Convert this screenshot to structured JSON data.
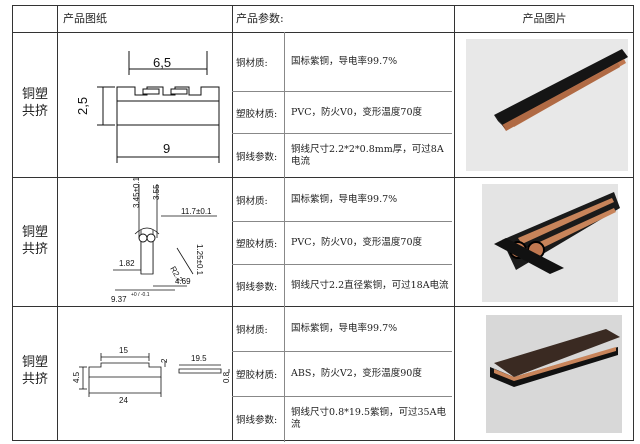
{
  "header": {
    "col_drawing": "产品图纸",
    "col_params": "产品参数:",
    "col_photo": "产品图片"
  },
  "rows": [
    {
      "category": [
        "铜塑",
        "共挤"
      ],
      "props": [
        {
          "label": "铜材质:",
          "value": "国标紫铜，导电率99.7%"
        },
        {
          "label": "塑胶材质:",
          "value": "PVC，防火V0，变形温度70度"
        },
        {
          "label": "铜线参数:",
          "value": "铜线尺寸2.2*2*0.8mm厚，可过8A电流"
        }
      ],
      "dims": {
        "top": "6,5",
        "left": "2,5",
        "bottom": "9"
      }
    },
    {
      "category": [
        "铜塑",
        "共挤"
      ],
      "props": [
        {
          "label": "铜材质:",
          "value": "国标紫铜，导电率99.7%"
        },
        {
          "label": "塑胶材质:",
          "value": "PVC，防火V0，变形温度70度"
        },
        {
          "label": "铜线参数:",
          "value": "铜线尺寸2.2直径紫铜，可过18A电流"
        }
      ],
      "dims": {
        "d1": "3.45±0.1",
        "d2": "3.55",
        "d3": "11.7±0.1",
        "d4": "1.25±0.1",
        "d5": "1.82",
        "d6": "R2.2",
        "d7": "4.69",
        "d8": "9.37",
        "d8_tol": "+0 / -0.1"
      }
    },
    {
      "category": [
        "铜塑",
        "共挤"
      ],
      "props": [
        {
          "label": "铜材质:",
          "value": "国标紫铜，导电率99.7%"
        },
        {
          "label": "塑胶材质:",
          "value": "ABS，防火V2，变形温度90度"
        },
        {
          "label": "铜线参数:",
          "value": "铜线尺寸0.8*19.5紫铜，可过35A电流"
        }
      ],
      "dims": {
        "top": "15",
        "right": "2",
        "left": "4.5",
        "bottom": "24",
        "strip_w": "19.5",
        "strip_h": "0.8"
      }
    }
  ]
}
